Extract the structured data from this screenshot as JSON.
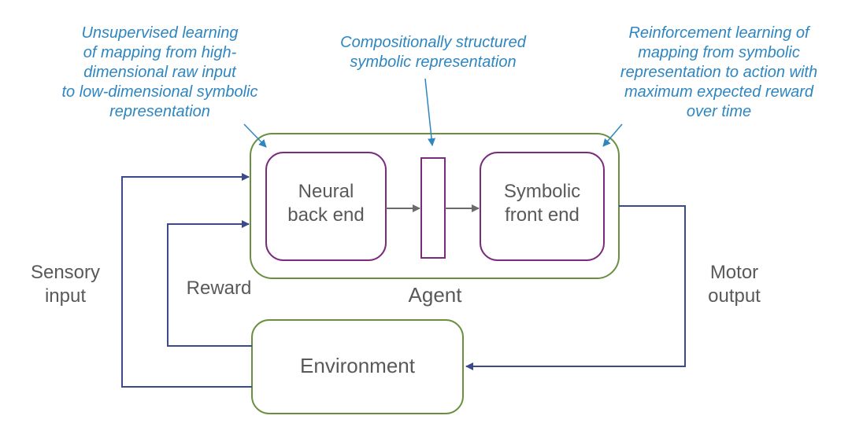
{
  "annotations": {
    "unsupervised": "Unsupervised learning\nof mapping from high-\ndimensional raw input\nto low-dimensional symbolic\nrepresentation",
    "compositional": "Compositionally structured\nsymbolic representation",
    "reinforcement": "Reinforcement learning of\nmapping from symbolic\nrepresentation to action with\nmaximum expected reward\nover time"
  },
  "boxes": {
    "neural": "Neural\nback end",
    "symbolic": "Symbolic\nfront end",
    "agent": "Agent",
    "environment": "Environment"
  },
  "signals": {
    "sensory": "Sensory\ninput",
    "reward": "Reward",
    "motor": "Motor\noutput"
  },
  "colors": {
    "annotation": "#2e86c1",
    "agent_border": "#6a8f3e",
    "module_border": "#7b2a7e",
    "arrow": "#3b4a8a",
    "inner_arrow": "#6b6b6b",
    "text": "#595959"
  }
}
